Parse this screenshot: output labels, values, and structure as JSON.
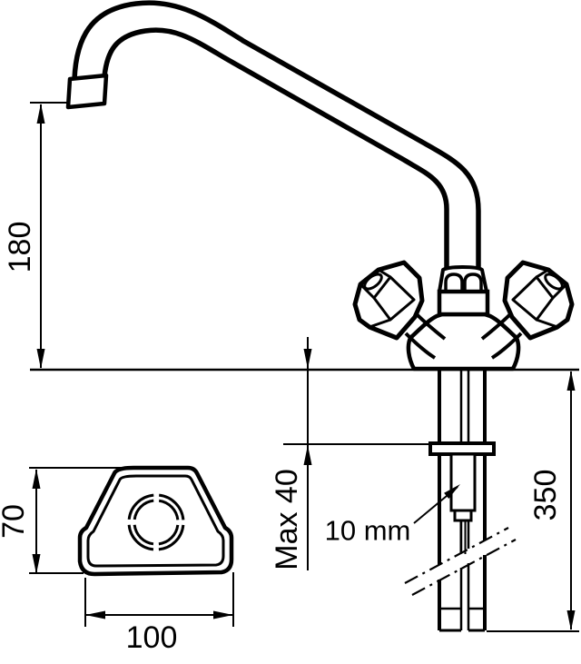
{
  "diagram": {
    "kind": "technical-dimension-drawing",
    "subject": "two-handle deck-mounted mixer faucet, side elevation with base plan view",
    "units": "mm",
    "colors": {
      "line": "#000000",
      "background": "#ffffff"
    },
    "dimensions": {
      "spout_height": {
        "value": "180",
        "orientation": "vertical-rotated"
      },
      "deck_thickness": {
        "value": "Max 40",
        "orientation": "vertical-rotated"
      },
      "stud_size": {
        "value": "10 mm",
        "orientation": "horizontal-leader"
      },
      "below_deck_length": {
        "value": "350",
        "orientation": "vertical-rotated"
      },
      "base_depth": {
        "value": "70",
        "orientation": "vertical-rotated"
      },
      "base_width": {
        "value": "100",
        "orientation": "horizontal"
      }
    }
  }
}
